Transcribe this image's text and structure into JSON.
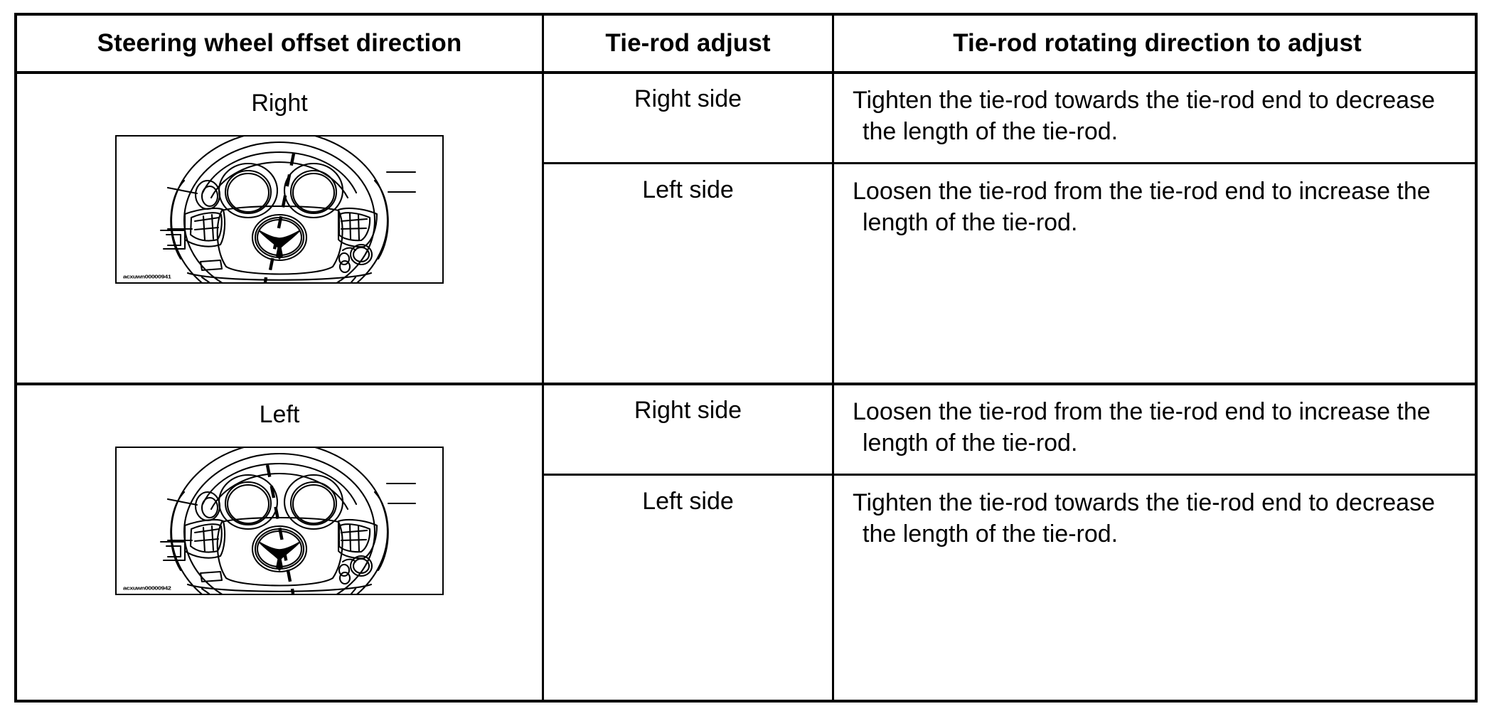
{
  "table": {
    "headers": [
      "Steering wheel offset direction",
      "Tie-rod adjust",
      "Tie-rod rotating direction to adjust"
    ],
    "rows": [
      {
        "offset_direction": "Right",
        "figure": {
          "name": "steering-wheel-offset-right",
          "alt": "Steering wheel with dashed centerline offset to the right",
          "code": "acxuwn00000941"
        },
        "adjustments": [
          {
            "side": "Right side",
            "instruction": "Tighten the tie-rod towards the tie-rod end to decrease the length of the tie-rod."
          },
          {
            "side": "Left side",
            "instruction": "Loosen the tie-rod from the tie-rod end to increase the length of the tie-rod."
          }
        ]
      },
      {
        "offset_direction": "Left",
        "figure": {
          "name": "steering-wheel-offset-left",
          "alt": "Steering wheel with dashed centerline offset to the left",
          "code": "acxuwn00000942"
        },
        "adjustments": [
          {
            "side": "Right side",
            "instruction": "Loosen the tie-rod from the tie-rod end to increase the length of the tie-rod."
          },
          {
            "side": "Left side",
            "instruction": "Tighten the tie-rod towards the tie-rod end to decrease the length of the tie-rod."
          }
        ]
      }
    ]
  },
  "colors": {
    "border": "#000000",
    "text": "#000000",
    "background": "#ffffff"
  }
}
